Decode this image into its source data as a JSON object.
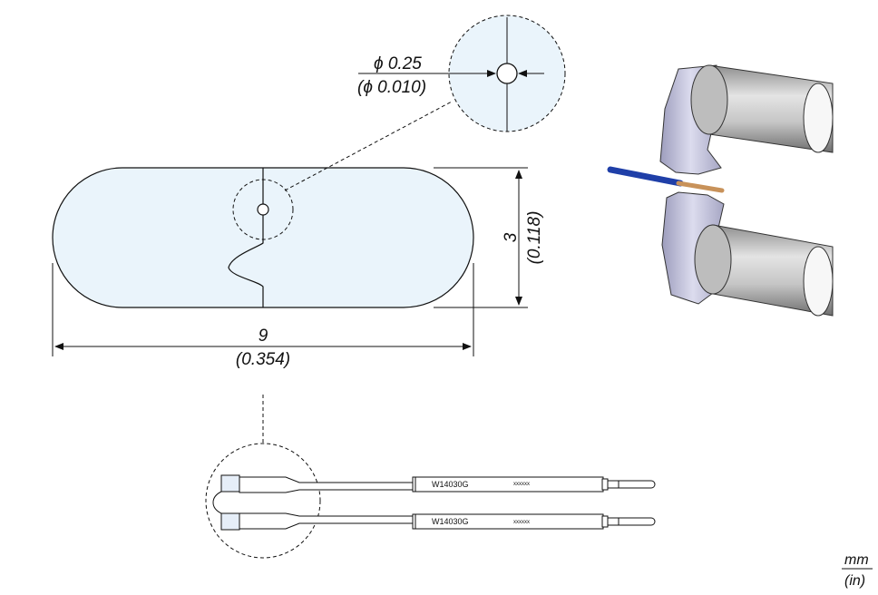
{
  "drawing": {
    "hole_diameter": {
      "mm": "ϕ 0.25",
      "inch": "(ϕ 0.010)"
    },
    "length": {
      "mm": "9",
      "inch": "(0.354)"
    },
    "width": {
      "mm": "3",
      "inch": "(0.118)"
    },
    "part_labels": [
      "W14030G",
      "W14030G"
    ],
    "part_marks": [
      "xxxxxx",
      "xxxxxx"
    ],
    "units": {
      "primary": "mm",
      "secondary": "(in)"
    }
  },
  "colors": {
    "fill": "#eaf4fb",
    "line": "#111111",
    "wire_insulation": "#1f3fa8",
    "wire_core": "#c8925a",
    "metal": "#c9c9dc",
    "sleeve": "#cfcfcf"
  }
}
